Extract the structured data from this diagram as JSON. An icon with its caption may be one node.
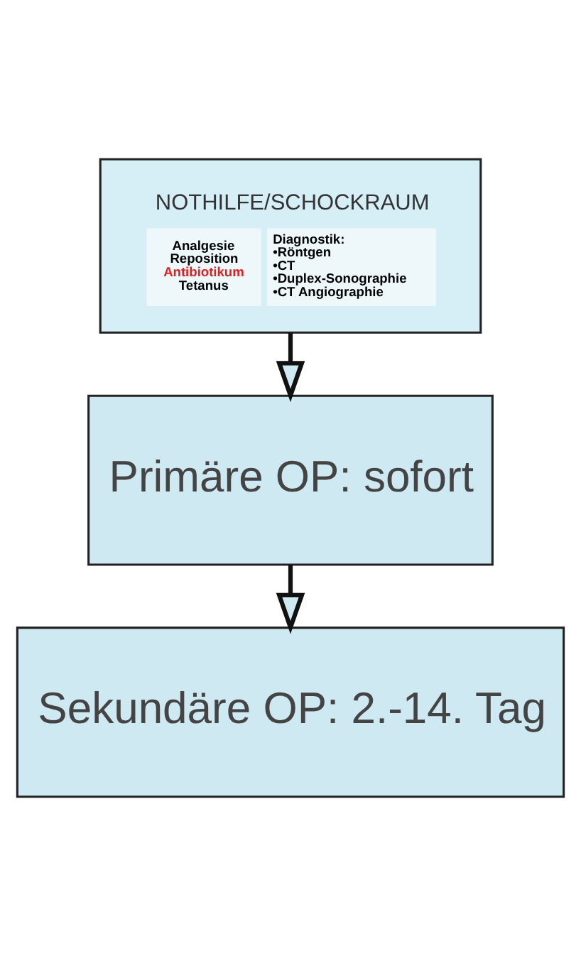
{
  "diagram": {
    "nodes": [
      {
        "text": [
          "NOTHILFE/SCHOCKRAUM",
          "Analgesie",
          "Reposition",
          "Antibiotikum",
          "Tetanus",
          "Diagnostik:",
          "•Röntgen",
          "•CT",
          "•Duplex-Sonographie",
          "•CT Angiographie"
        ]
      },
      {
        "text": [
          "Primäre OP: sofort"
        ]
      },
      {
        "text": [
          "Sekundäre OP: 2.-14. Tag"
        ]
      }
    ],
    "edges": [
      {
        "from": 0,
        "to": 1,
        "arrow": "to"
      },
      {
        "from": 1,
        "to": 2,
        "arrow": "to"
      }
    ]
  }
}
